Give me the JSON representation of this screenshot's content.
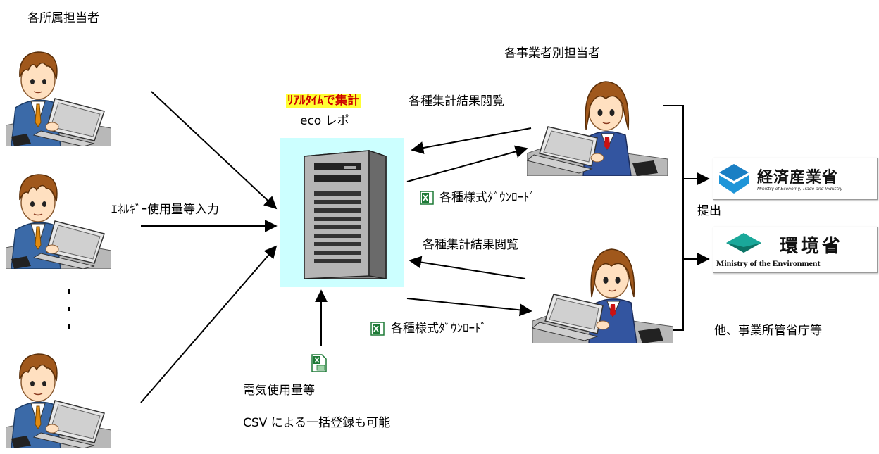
{
  "labels": {
    "staff_header": "各所属担当者",
    "energy_input": "ｴﾈﾙｷﾞｰ使用量等入力",
    "realtime": "ﾘｱﾙﾀｲﾑで集計",
    "system_name": "eco レポ",
    "view_results_1": "各種集計結果閲覧",
    "view_results_2": "各種集計結果閲覧",
    "download_1": "各種様式ﾀﾞｳﾝﾛｰﾄﾞ",
    "download_2": "各種様式ﾀﾞｳﾝﾛｰﾄﾞ",
    "operator_header": "各事業者別担当者",
    "submit": "提出",
    "other_agencies": "他、事業所管省庁等",
    "electricity": "電気使用量等",
    "csv_bulk": "CSV による一括登録も可能"
  },
  "logos": {
    "meti_name": "経済産業省",
    "meti_sub": "Ministry of Economy, Trade and Industry",
    "moe_name": "環境省",
    "moe_sub": "Ministry of the Environment"
  },
  "icons": {
    "person": "male-office-worker-with-laptop-icon",
    "operator": "female-office-worker-with-laptop-icon",
    "server": "server-tower-icon",
    "excel": "excel-file-icon",
    "csv": "csv-file-icon"
  },
  "colors": {
    "server_bg": "#ccffff",
    "highlight_bg": "#ffff33",
    "highlight_text": "#cc0000",
    "excel_green": "#1d7a36",
    "meti_blue": "#1a7fc4",
    "moe_teal": "#1aa89a"
  }
}
